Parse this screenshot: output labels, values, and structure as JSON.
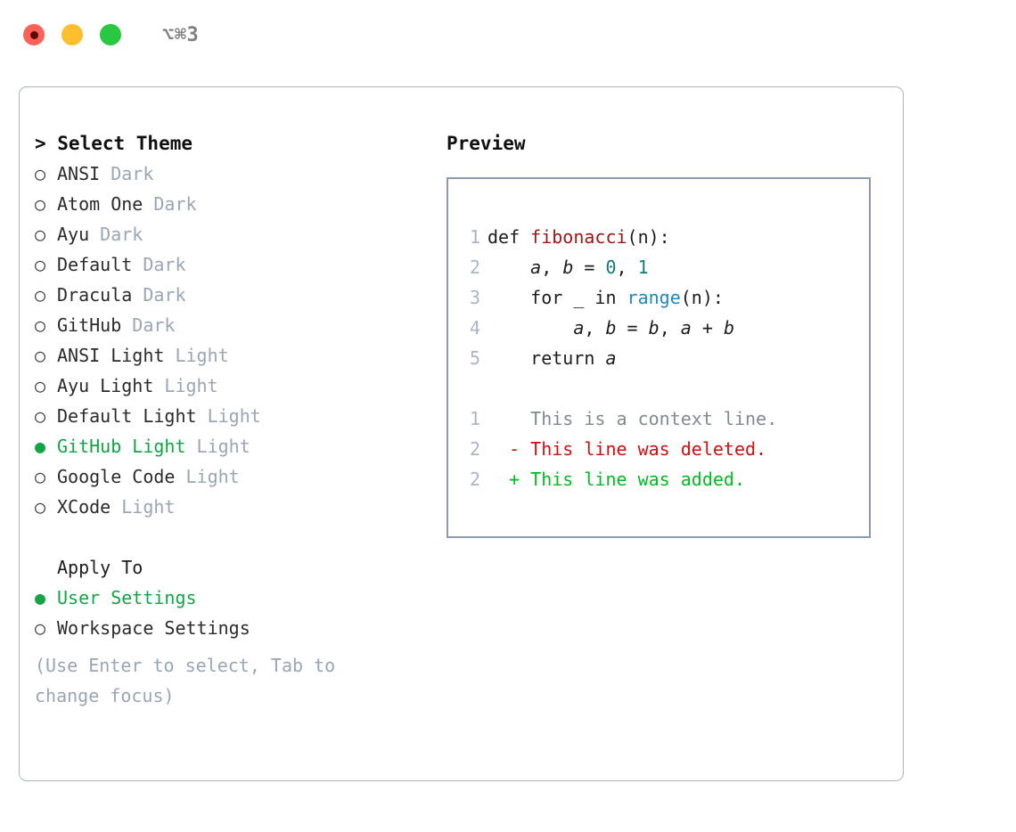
{
  "titlebar": {
    "shortcut": "⌥⌘3",
    "dots": [
      {
        "name": "close",
        "color": "#ff6058"
      },
      {
        "name": "minimize",
        "color": "#ffbe2e"
      },
      {
        "name": "maximize",
        "color": "#28c840"
      }
    ]
  },
  "theme_picker": {
    "header": "> Select Theme",
    "marker_selected": "●",
    "marker_unselected": "○",
    "items": [
      {
        "name": "ANSI",
        "variant": "Dark",
        "selected": false
      },
      {
        "name": "Atom One",
        "variant": "Dark",
        "selected": false
      },
      {
        "name": "Ayu",
        "variant": "Dark",
        "selected": false
      },
      {
        "name": "Default",
        "variant": "Dark",
        "selected": false
      },
      {
        "name": "Dracula",
        "variant": "Dark",
        "selected": false
      },
      {
        "name": "GitHub",
        "variant": "Dark",
        "selected": false
      },
      {
        "name": "ANSI Light",
        "variant": "Light",
        "selected": false
      },
      {
        "name": "Ayu Light",
        "variant": "Light",
        "selected": false
      },
      {
        "name": "Default Light",
        "variant": "Light",
        "selected": false
      },
      {
        "name": "GitHub Light",
        "variant": "Light",
        "selected": true
      },
      {
        "name": "Google Code",
        "variant": "Light",
        "selected": false
      },
      {
        "name": "XCode",
        "variant": "Light",
        "selected": false
      }
    ]
  },
  "apply_to": {
    "header": "Apply To",
    "items": [
      {
        "name": "User Settings",
        "selected": true
      },
      {
        "name": "Workspace Settings",
        "selected": false
      }
    ]
  },
  "hint": "(Use Enter to select, Tab to change focus)",
  "preview": {
    "title": "Preview",
    "code_lines": [
      {
        "no": "1",
        "tokens": [
          {
            "t": "def ",
            "cls": "code-text"
          },
          {
            "t": "fibonacci",
            "cls": "tok-fn"
          },
          {
            "t": "(n):",
            "cls": "code-text"
          }
        ]
      },
      {
        "no": "2",
        "tokens": [
          {
            "t": "    ",
            "cls": "code-text"
          },
          {
            "t": "a",
            "cls": "tok-var"
          },
          {
            "t": ", ",
            "cls": "code-text"
          },
          {
            "t": "b",
            "cls": "tok-var"
          },
          {
            "t": " = ",
            "cls": "code-text"
          },
          {
            "t": "0",
            "cls": "tok-num"
          },
          {
            "t": ", ",
            "cls": "code-text"
          },
          {
            "t": "1",
            "cls": "tok-num"
          }
        ]
      },
      {
        "no": "3",
        "tokens": [
          {
            "t": "    for _ in ",
            "cls": "code-text"
          },
          {
            "t": "range",
            "cls": "tok-call"
          },
          {
            "t": "(n):",
            "cls": "code-text"
          }
        ]
      },
      {
        "no": "4",
        "tokens": [
          {
            "t": "        ",
            "cls": "code-text"
          },
          {
            "t": "a",
            "cls": "tok-var"
          },
          {
            "t": ", ",
            "cls": "code-text"
          },
          {
            "t": "b",
            "cls": "tok-var"
          },
          {
            "t": " = ",
            "cls": "code-text"
          },
          {
            "t": "b",
            "cls": "tok-var"
          },
          {
            "t": ", ",
            "cls": "code-text"
          },
          {
            "t": "a",
            "cls": "tok-var"
          },
          {
            "t": " + ",
            "cls": "code-text"
          },
          {
            "t": "b",
            "cls": "tok-var"
          }
        ]
      },
      {
        "no": "5",
        "tokens": [
          {
            "t": "    return ",
            "cls": "code-text"
          },
          {
            "t": "a",
            "cls": "tok-var"
          }
        ]
      }
    ],
    "diff_lines": [
      {
        "no": "1",
        "sign": " ",
        "text": "This is a context line.",
        "cls": "diff-ctx"
      },
      {
        "no": "2",
        "sign": "-",
        "text": "This line was deleted.",
        "cls": "diff-del"
      },
      {
        "no": "2",
        "sign": "+",
        "text": "This line was added.",
        "cls": "diff-add"
      }
    ]
  }
}
